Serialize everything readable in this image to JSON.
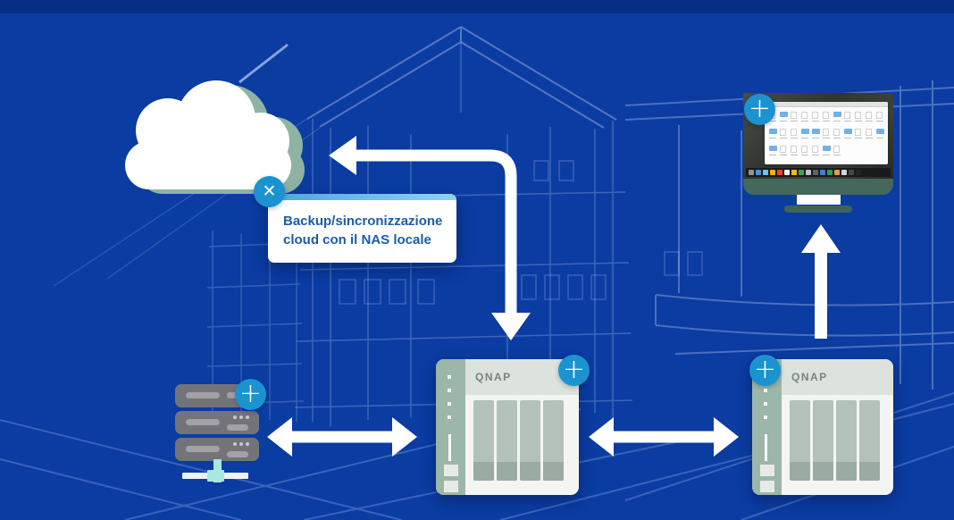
{
  "diagram": {
    "tooltip": {
      "full_text": "Backup/sincronizzazione cloud con il NAS locale",
      "line1": "Backup/sincronizzazione",
      "line2": "cloud con il NAS locale"
    },
    "buttons": {
      "close_glyph": "✕",
      "plus_glyph": "+"
    },
    "devices": {
      "nas_center": {
        "logo": "QNAP"
      },
      "nas_right": {
        "logo": "QNAP"
      }
    },
    "colors": {
      "background": "#0a3ca2",
      "hotspot_blue": "#1b93d0",
      "tooltip_accent": "#4aa5dc",
      "tooltip_text": "#1b5cab",
      "cloud_shadow": "#8fb3a2",
      "nas_panel": "#9cb6aa",
      "monitor_bezel": "#46675c",
      "arrow": "#ffffff"
    },
    "monitor_screen": {
      "finder_rows": [
        [
          0,
          1,
          0,
          0,
          0,
          0,
          1,
          0,
          0,
          0,
          0
        ],
        [
          1,
          0,
          0,
          1,
          1,
          0,
          0,
          1,
          0,
          0,
          1
        ],
        [
          1,
          0,
          0,
          0,
          0,
          1,
          0
        ]
      ],
      "dock_colors": [
        "#8f9398",
        "#4a8fe2",
        "#6cc1f0",
        "#f4b400",
        "#ea4335",
        "#f1f3f4",
        "#fbbc05",
        "#34a853",
        "#c0c3c7",
        "#5f6368",
        "#3f7fd4",
        "#2e9e5b",
        "#ea9a3e",
        "#d2d4d7",
        "#44484c",
        "#222426"
      ]
    }
  }
}
